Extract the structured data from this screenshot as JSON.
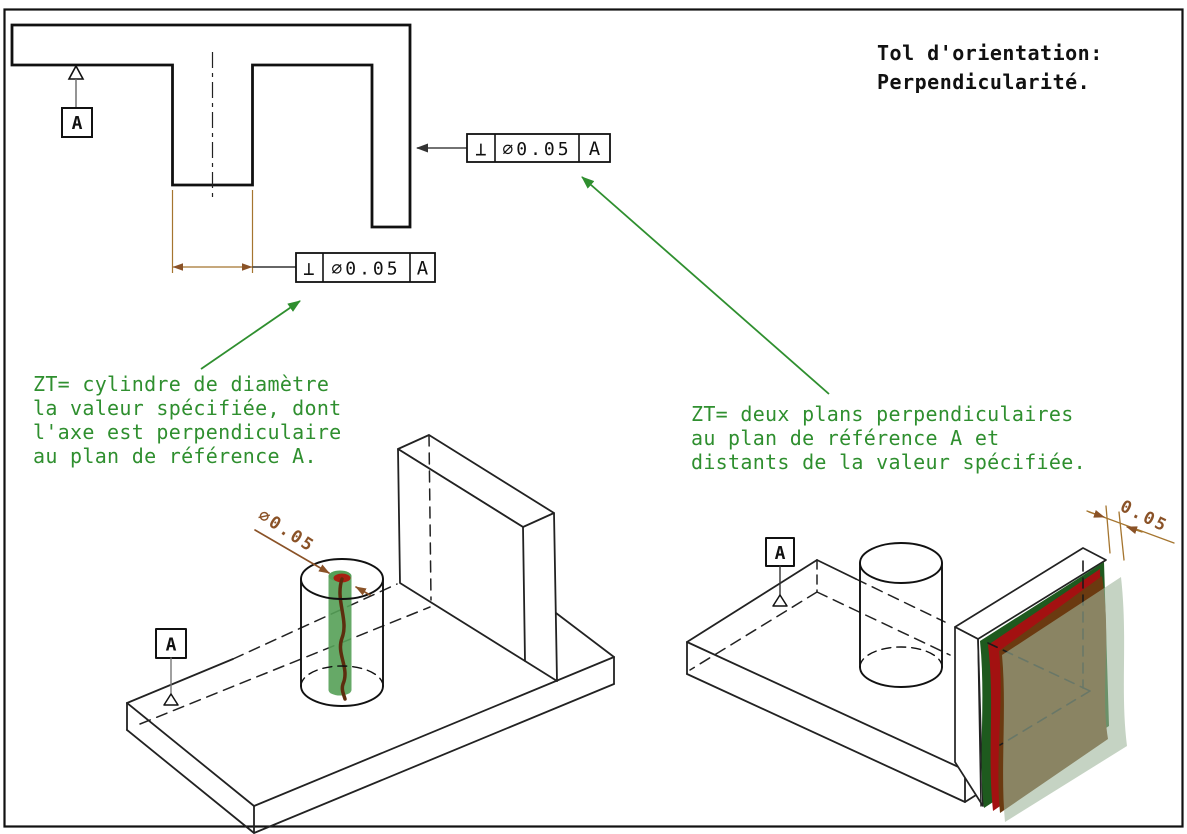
{
  "title": {
    "line1": "Tol d'orientation:",
    "line2": "Perpendicularité."
  },
  "fcfs": [
    {
      "symbol": "⊥",
      "value": "⌀0.05",
      "datum": "A"
    },
    {
      "symbol": "⊥",
      "value": "⌀0.05",
      "datum": "A"
    }
  ],
  "datum": {
    "label": "A"
  },
  "annotations": {
    "left": {
      "lines": [
        "ZT= cylindre de diamètre",
        "la valeur spécifiée, dont",
        "l'axe est perpendiculaire",
        "au plan de référence A."
      ]
    },
    "right": {
      "lines": [
        "ZT= deux plans perpendiculaires",
        "au plan de référence A et",
        "distants de la valeur spécifiée."
      ]
    }
  },
  "labels": {
    "left_zone_diameter": "⌀0.05",
    "right_zone_width": "0.05"
  },
  "colors": {
    "line_black": "#1a1a1a",
    "annotation_green": "#2f8f2f",
    "dimension_brown": "#a5752f",
    "label_brown": "#8a5227",
    "zone_green_fill": "#55a057",
    "zone_red_cap": "#a82012",
    "axis_wavy_brown": "#5c2d0e",
    "plane_dark_green": "#1e5a1e",
    "plane_red": "#a31111",
    "surface_brown": "#6b3a10",
    "plane_pale_green": "#9eb69b"
  }
}
